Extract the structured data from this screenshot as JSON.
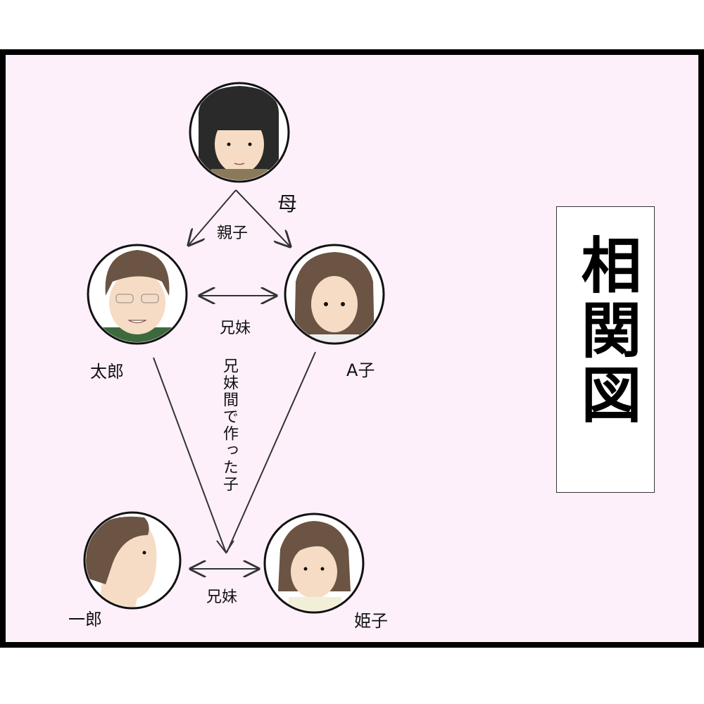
{
  "title": "相関図",
  "people": {
    "mother": "母",
    "taro": "太郎",
    "akko": "A子",
    "ichiro": "一郎",
    "himeko": "姫子"
  },
  "relations": {
    "parent_child": "親子",
    "siblings_top": "兄妹",
    "child_of_siblings": "兄妹間で作った子",
    "siblings_bottom": "兄妹"
  },
  "colors": {
    "panel_bg": "#fdf0fb",
    "border": "#000000",
    "hair_dark": "#2a2a2a",
    "hair_brown": "#6b5444",
    "skin": "#f6dcc4"
  }
}
